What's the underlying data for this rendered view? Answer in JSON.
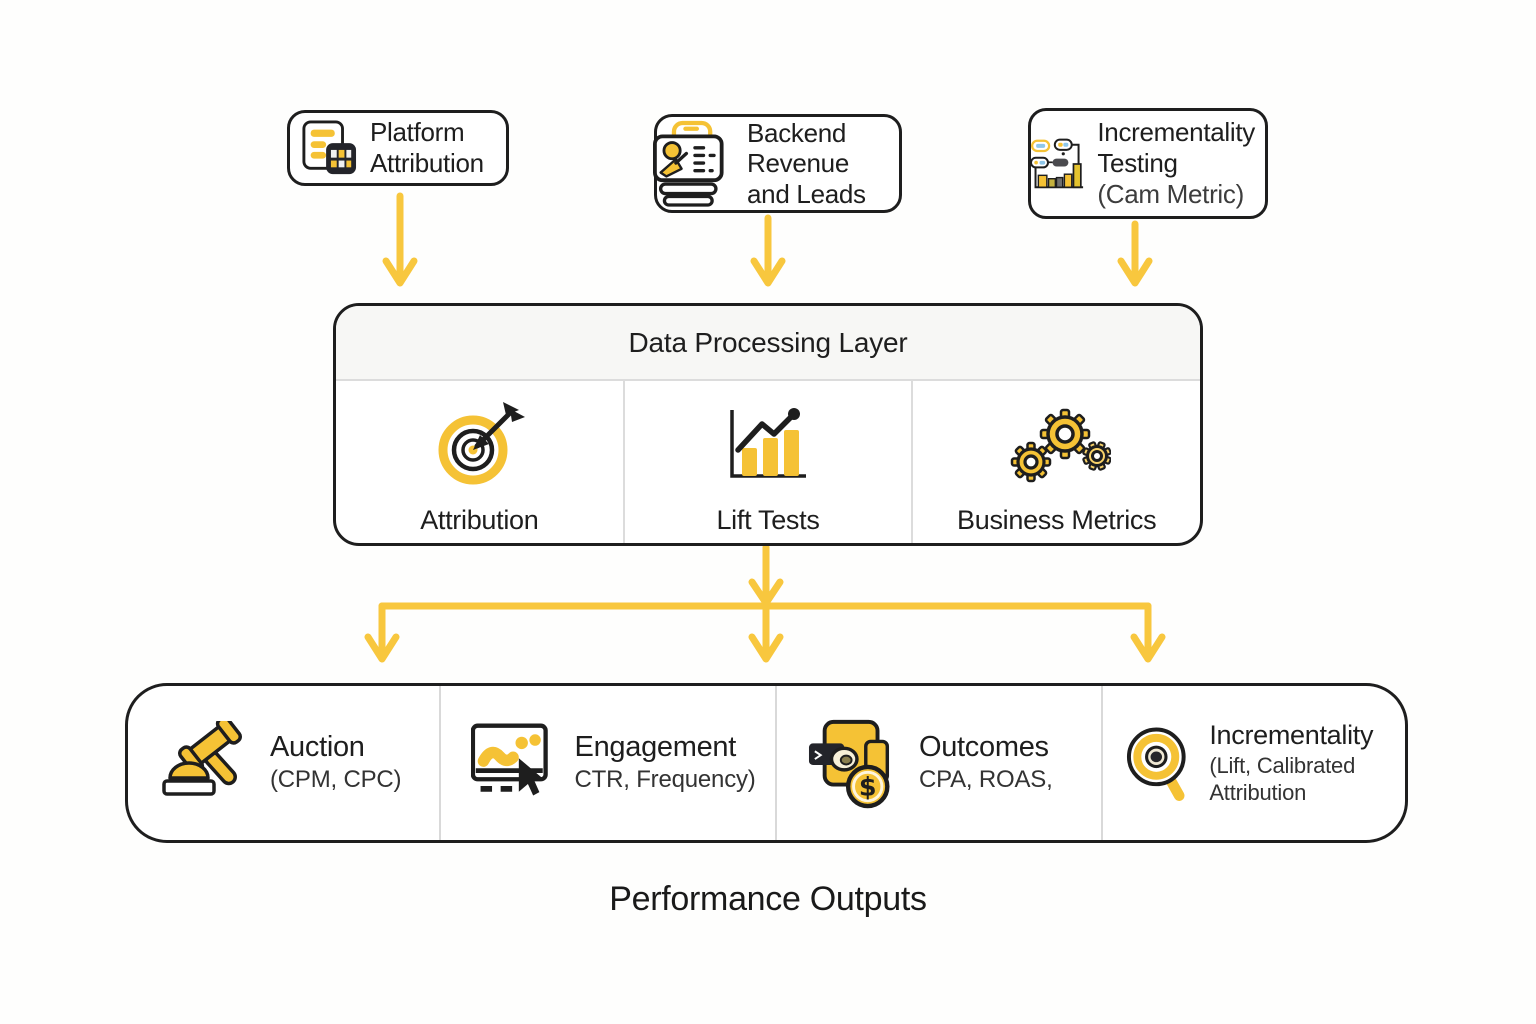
{
  "diagram": {
    "sources": [
      {
        "name": "platform-attribution",
        "lines": [
          "Platform",
          "Attribution"
        ],
        "icon": "document-grid-icon"
      },
      {
        "name": "backend-revenue-leads",
        "lines": [
          "Backend",
          "Revenue",
          "and Leads"
        ],
        "icon": "crm-cards-icon"
      },
      {
        "name": "incrementality-testing",
        "lines": [
          "Incrementality",
          "Testing"
        ],
        "sublabel": "(Cam Metric)",
        "icon": "ab-test-chart-icon"
      }
    ],
    "processing": {
      "title": "Data Processing Layer",
      "modules": [
        {
          "label": "Attribution",
          "icon": "target-arrow-icon"
        },
        {
          "label": "Lift Tests",
          "icon": "bar-chart-trend-icon"
        },
        {
          "label": "Business Metrics",
          "icon": "gears-icon"
        }
      ]
    },
    "outputs": {
      "items": [
        {
          "title": "Auction",
          "subtitle": "(CPM, CPC)",
          "icon": "gavel-icon"
        },
        {
          "title": "Engagement",
          "subtitle": "CTR, Frequency)",
          "icon": "screen-cursor-icon"
        },
        {
          "title": "Outcomes",
          "subtitle": "CPA, ROAS,",
          "icon": "wallet-dollar-icon"
        },
        {
          "title": "Incrementality",
          "subtitle": "(Lift, Calibrated Attribution",
          "icon": "magnifier-eye-icon"
        }
      ],
      "caption": "Performance Outputs"
    },
    "colors": {
      "accent_arrow": "#F8C73E",
      "icon_fill": "#F5C235",
      "ink": "#1E1E1E",
      "subtitle_text": "#333333",
      "header_bg": "#F7F7F5",
      "divider": "#DCDCDC",
      "background": "#FFFFFF",
      "blue_detail": "#8FC7EA"
    }
  }
}
